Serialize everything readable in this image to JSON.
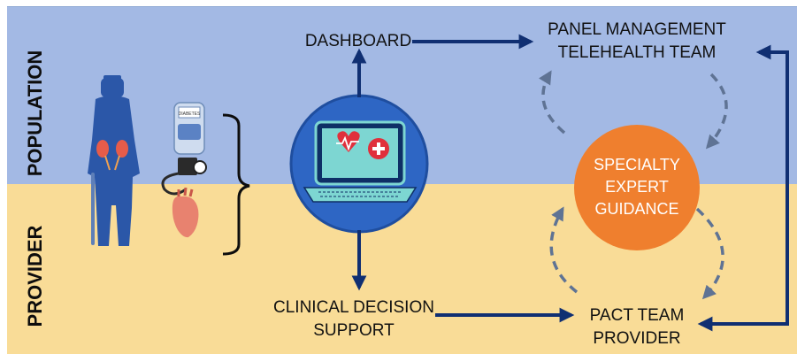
{
  "side_labels": {
    "population": "POPULATION",
    "provider": "PROVIDER"
  },
  "nodes": {
    "dashboard": "DASHBOARD",
    "panel_management_line1": "PANEL MANAGEMENT",
    "panel_management_line2": "TELEHEALTH TEAM",
    "specialty_line1": "SPECIALTY",
    "specialty_line2": "EXPERT",
    "specialty_line3": "GUIDANCE",
    "clinical_line1": "CLINICAL DECISION",
    "clinical_line2": "SUPPORT",
    "pact_line1": "PACT TEAM",
    "pact_line2": "PROVIDER"
  },
  "device_label": "DIABETES",
  "colors": {
    "population_band": "#a3b9e4",
    "provider_band": "#f9dc97",
    "arrow_dark": "#102f72",
    "dashed_arrow": "#5f7394",
    "specialty_circle": "#ef7f2e",
    "computer_circle": "#2e66c4",
    "laptop": "#7dd6d2",
    "heart_red": "#e0303c",
    "silhouette": "#2b57a8"
  },
  "icons": [
    "person-silhouette-icon",
    "kidney-icon",
    "glucose-meter-icon",
    "blood-pressure-cuff-icon",
    "heart-organ-icon",
    "laptop-icon",
    "heartbeat-icon",
    "medical-cross-icon",
    "bracket-icon"
  ]
}
